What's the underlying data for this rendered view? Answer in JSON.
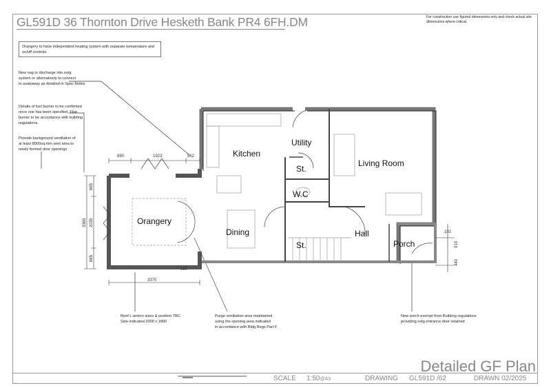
{
  "title": "GL591D 36 Thornton Drive Hesketh Bank PR4 6FH.DM",
  "construction_note": "For construction use figured dimensions only and check actual site dimensions where critical.",
  "notes": {
    "heating": "Orangery to have independent heating system with separate temperature and on/off controls.",
    "rwg": [
      "New rwg to discharge into extg",
      "system or alternatively to connect",
      "to soakaway as detailed in Spec-Notes"
    ],
    "fuel_burner": [
      "Details of fuel burner to be confirmed",
      "once one has been specified. Flue",
      "burner to be accordance with building",
      "regulations."
    ],
    "ventilation": [
      "Provide background ventilation of",
      "at least 8000sq.mm vent area to",
      "newly formed door openings"
    ],
    "roof_lantern": [
      "Roof L:antern sizes & position TBC",
      "Size indicated 2000 x 1800"
    ],
    "purge": [
      "Purge ventilation area maintained",
      "using the opening area indicated",
      "in accordance with Bldg Regs Part F"
    ],
    "porch": [
      "New porch exempt from Building regulations",
      "providing extg entrance door retained"
    ]
  },
  "rooms": {
    "kitchen": "Kitchen",
    "utility": "Utility",
    "store1": "St.",
    "living": "Living Room",
    "wc": "W.C",
    "orangery": "Orangery",
    "dining": "Dining",
    "hall": "Hall",
    "store2": "St.",
    "porch": "Porch"
  },
  "dimensions": {
    "top": [
      "890",
      "1923",
      "562"
    ],
    "left": [
      "3365",
      "2035",
      "665",
      "665"
    ],
    "bottom": [
      "3375",
      "150"
    ],
    "right": [
      "102",
      "910",
      "440"
    ]
  },
  "title_block": {
    "sheet_title": "Detailed GF Plan",
    "scale_label": "SCALE",
    "scale_value": "1:50",
    "scale_paper": "@A3",
    "drawing_label": "DRAWING",
    "drawing_value": "GL591D  /62",
    "drawn": "DRAWN 02/2025"
  }
}
